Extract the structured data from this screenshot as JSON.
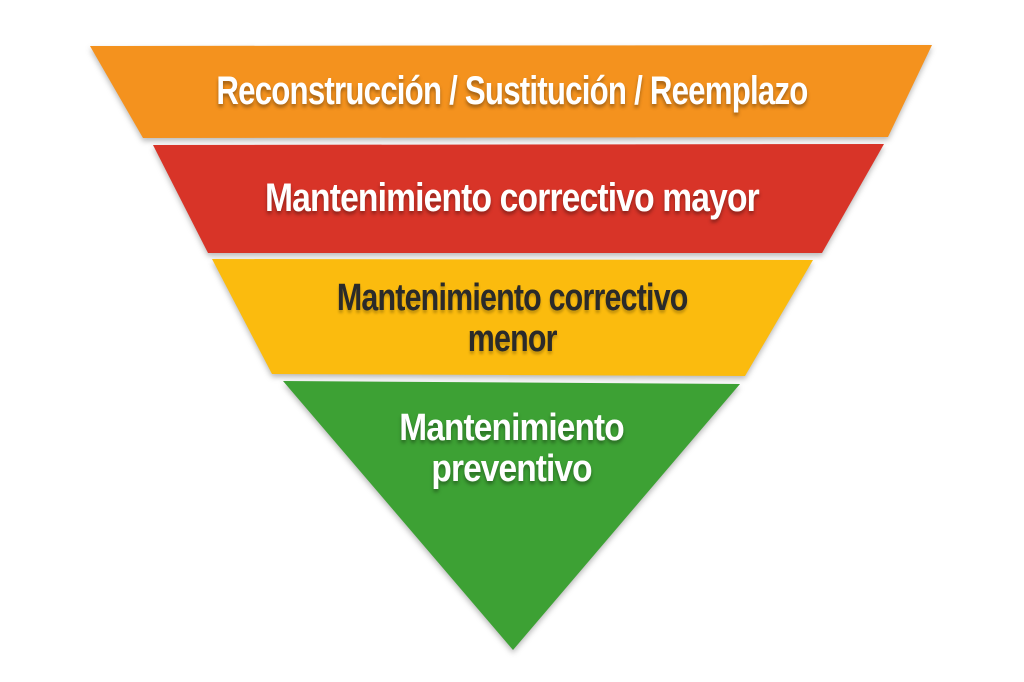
{
  "diagram": {
    "background": "#FFFFFF",
    "levels": [
      {
        "label": "Reconstrucción / Sustitución / Reemplazo",
        "lines": [
          "Reconstrucción / Sustitución / Reemplazo"
        ],
        "fill": "#F4921E",
        "text_color": "#FFFFFF"
      },
      {
        "label": "Mantenimiento correctivo mayor",
        "lines": [
          "Mantenimiento correctivo mayor"
        ],
        "fill": "#D83428",
        "text_color": "#FFFFFF"
      },
      {
        "label": "Mantenimiento correctivo menor",
        "lines": [
          "Mantenimiento correctivo",
          "menor"
        ],
        "fill": "#FBBB0E",
        "text_color": "#2A2A2A"
      },
      {
        "label": "Mantenimiento preventivo",
        "lines": [
          "Mantenimiento",
          "preventivo"
        ],
        "fill": "#3DA134",
        "text_color": "#FFFFFF"
      }
    ]
  }
}
